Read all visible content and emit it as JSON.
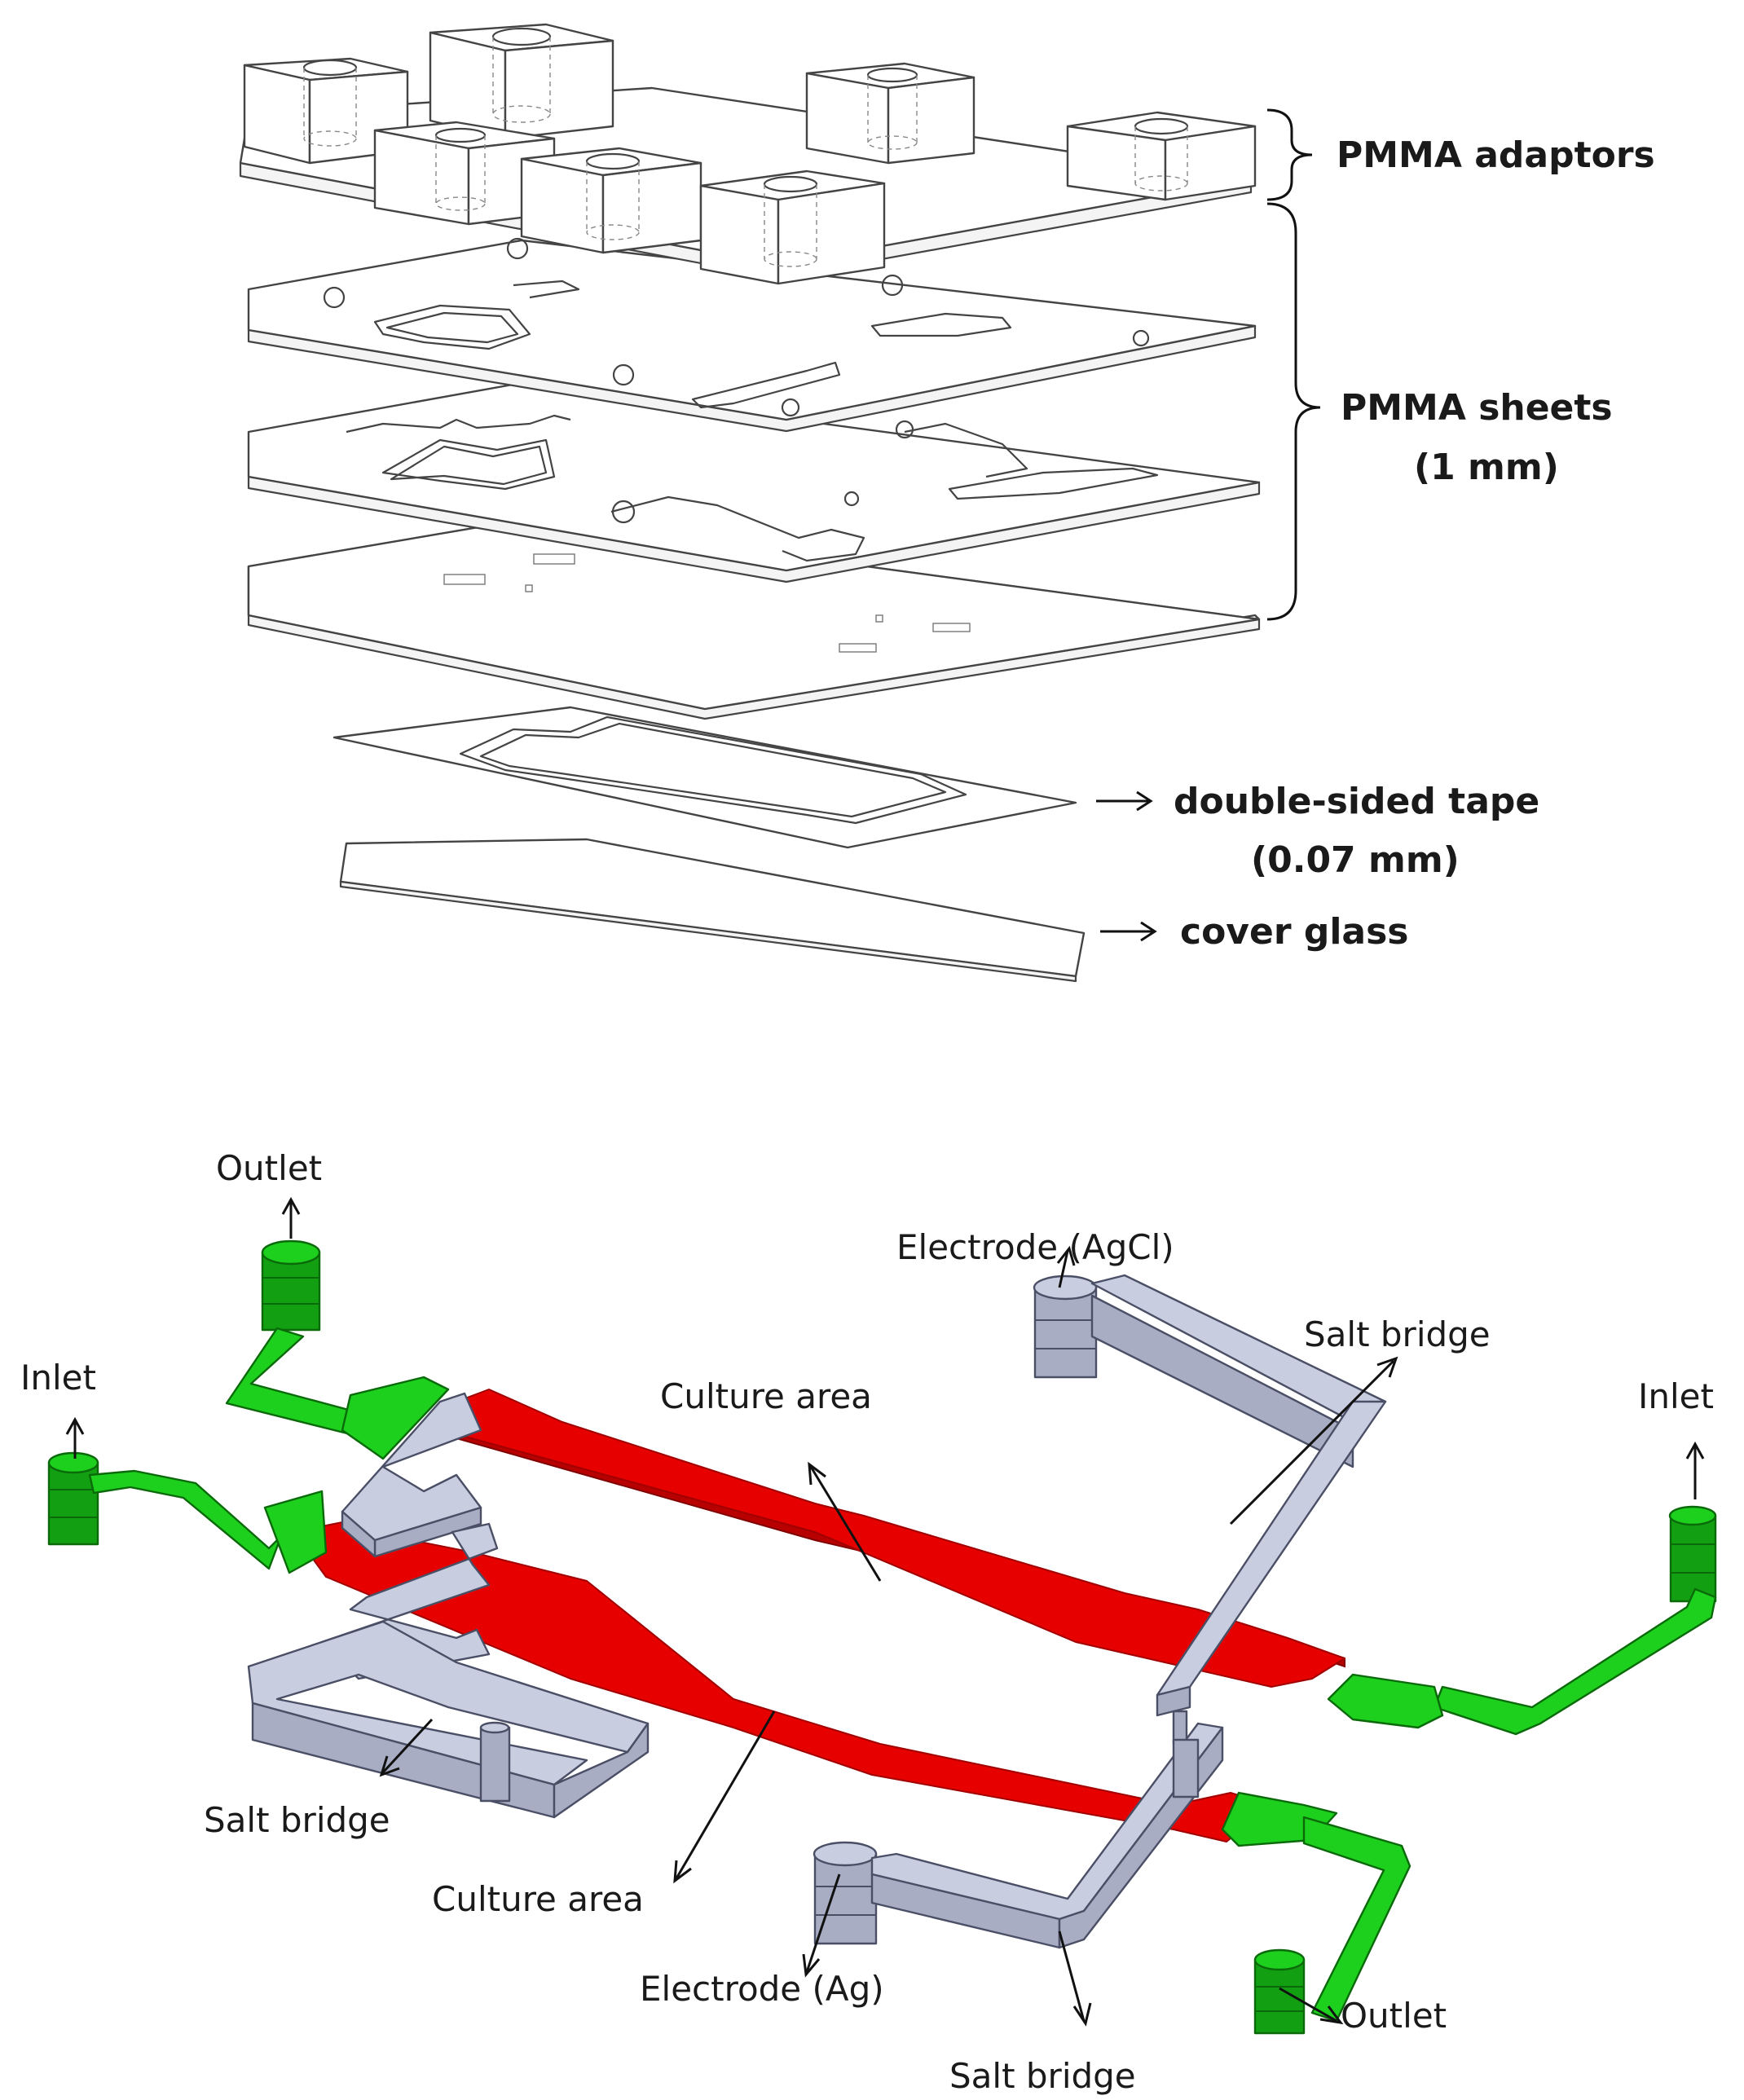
{
  "top_labels": {
    "pmma_adaptors": "PMMA adaptors",
    "pmma_sheets_line1": "PMMA sheets",
    "pmma_sheets_line2": "(1 mm)",
    "tape_line1": "double-sided tape",
    "tape_line2": "(0.07 mm)",
    "cover_glass": "cover glass"
  },
  "bottom_labels": {
    "outlet_top": "Outlet",
    "inlet_left": "Inlet",
    "culture_area_top": "Culture area",
    "electrode_agcl": "Electrode (AgCl)",
    "salt_bridge_right": "Salt bridge",
    "inlet_right": "Inlet",
    "salt_bridge_left": "Salt bridge",
    "culture_area_bottom": "Culture area",
    "electrode_ag": "Electrode (Ag)",
    "outlet_bottom": "Outlet",
    "salt_bridge_bottom": "Salt bridge"
  },
  "colors": {
    "culture_channel": "#e60000",
    "fluidic_channel": "#1ed01e",
    "salt_bridge": "#a8adc4"
  },
  "icons": {
    "arrow": "right-arrow-icon"
  }
}
